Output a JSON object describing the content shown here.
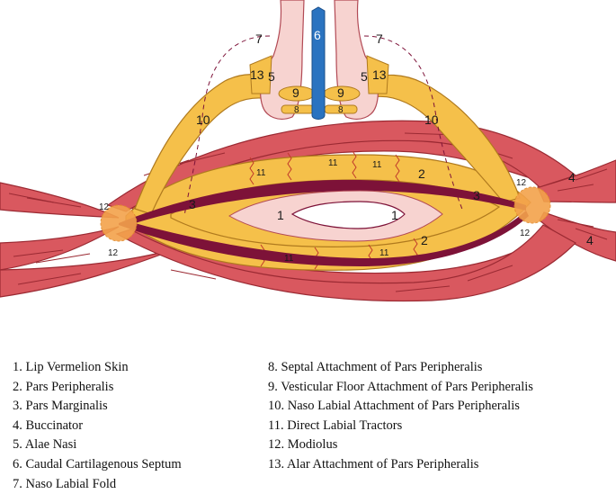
{
  "diagram": {
    "labels": {
      "n1": "1",
      "n2": "2",
      "n3": "3",
      "n4": "4",
      "n5": "5",
      "n6": "6",
      "n7": "7",
      "n8": "8",
      "n9": "9",
      "n10": "10",
      "n11": "11",
      "n12": "12",
      "n13": "13"
    }
  },
  "legend": {
    "left": [
      "1. Lip Vermelion Skin",
      "2. Pars Peripheralis",
      "3. Pars Marginalis",
      "4. Buccinator",
      "5. Alae Nasi",
      "6. Caudal Cartilagenous Septum",
      "7. Naso Labial Fold"
    ],
    "right": [
      "8.  Septal Attachment of Pars Peripheralis",
      "9.  Vesticular Floor Attachment of Pars Peripheralis",
      "10. Naso Labial Attachment of Pars Peripheralis",
      "11. Direct Labial Tractors",
      "12. Modiolus",
      "13. Alar Attachment of Pars Peripheralis"
    ]
  },
  "colors": {
    "muscle_red": "#d9585f",
    "muscle_stroke": "#9b2a33",
    "orbicularis_yellow": "#f5c04a",
    "marginalis_dark": "#7d1238",
    "vermilion_pink": "#f7d3d0",
    "septum_blue": "#2a73c0",
    "modiolus_orange": "#f3a24b"
  }
}
